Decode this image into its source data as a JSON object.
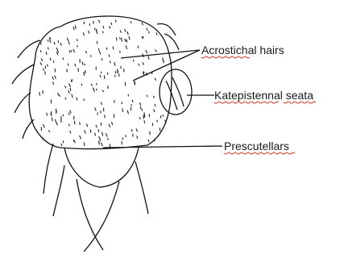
{
  "labels": {
    "acrostichal": "Acrostichal hairs",
    "katepisternal": "Katepistennal seata",
    "prescutellars": "Prescutellars"
  },
  "colors": {
    "ink": "#111111",
    "spellcheck_underline": "#d23a2a",
    "background": "#ffffff"
  }
}
